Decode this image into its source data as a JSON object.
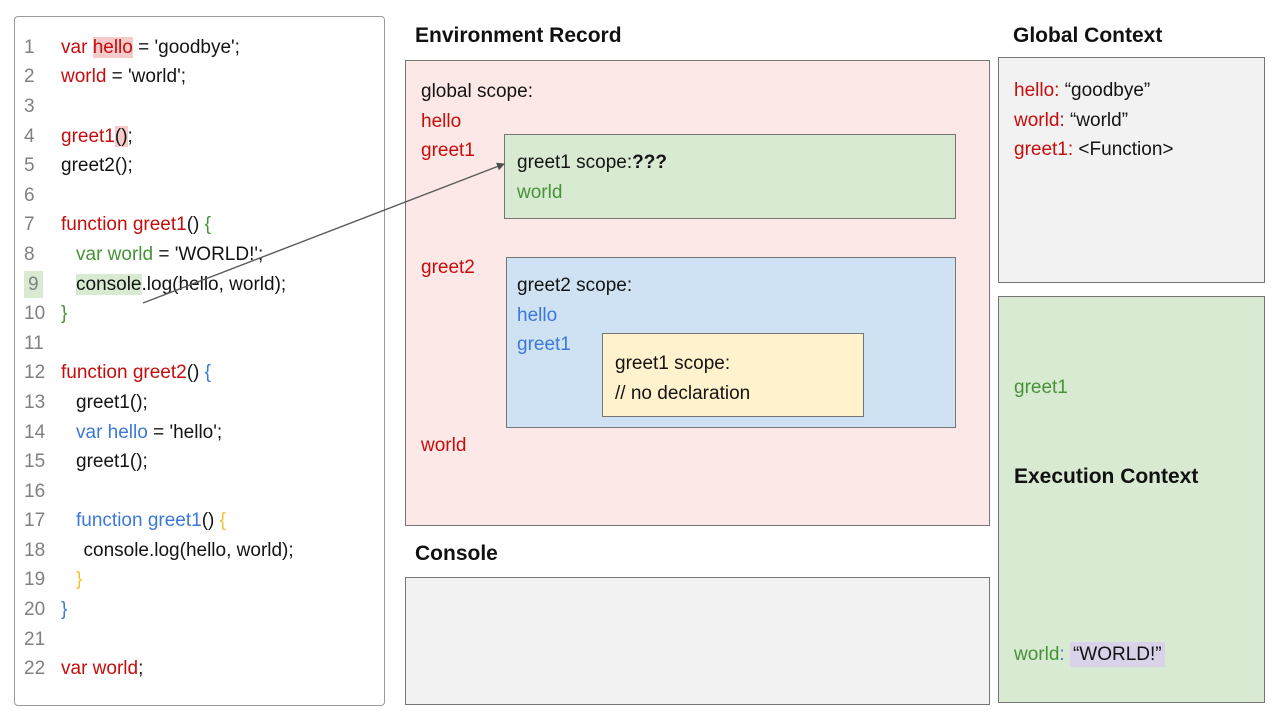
{
  "palette": {
    "text": {
      "black": "#141414",
      "red": "#c60d0c",
      "green": "#469337",
      "blue": "#3c78d8",
      "yellow": "#f1c232",
      "gray": "#808080"
    },
    "highlights": {
      "pink": "#f6cbca",
      "green": "#d9ead3",
      "lavender": "#d9d2e9"
    },
    "boxes": {
      "env_record_bg": "#fce8e6",
      "scope_green_bg": "#d9ead3",
      "scope_blue_bg": "#cfe2f3",
      "scope_yellow_bg": "#fff2cc",
      "gray_bg": "#f2f2f2",
      "border": "#757575"
    }
  },
  "code_panel": {
    "lines": [
      {
        "num": "1",
        "indent": 0,
        "segments": [
          {
            "t": "var ",
            "c": "red"
          },
          {
            "t": "hello",
            "c": "red",
            "h": "pink"
          },
          {
            "t": " = 'goodbye';",
            "c": "black"
          }
        ]
      },
      {
        "num": "2",
        "indent": 0,
        "segments": [
          {
            "t": "world",
            "c": "red"
          },
          {
            "t": " = 'world';",
            "c": "black"
          }
        ]
      },
      {
        "num": "3",
        "indent": 0,
        "segments": []
      },
      {
        "num": "4",
        "indent": 0,
        "segments": [
          {
            "t": "greet1",
            "c": "red"
          },
          {
            "t": "()",
            "c": "black",
            "h": "pink"
          },
          {
            "t": ";",
            "c": "black"
          }
        ]
      },
      {
        "num": "5",
        "indent": 0,
        "segments": [
          {
            "t": "greet2();",
            "c": "black"
          }
        ]
      },
      {
        "num": "6",
        "indent": 0,
        "segments": []
      },
      {
        "num": "7",
        "indent": 0,
        "segments": [
          {
            "t": "function greet1",
            "c": "red"
          },
          {
            "t": "() ",
            "c": "black"
          },
          {
            "t": "{",
            "c": "green"
          }
        ]
      },
      {
        "num": "8",
        "indent": 2,
        "segments": [
          {
            "t": "var world",
            "c": "green"
          },
          {
            "t": " = 'WORLD!';",
            "c": "black"
          }
        ]
      },
      {
        "num": "9",
        "indent": 2,
        "num_highlight": "green",
        "segments": [
          {
            "t": "console",
            "c": "black",
            "h": "green"
          },
          {
            "t": ".log(hello, world);",
            "c": "black"
          }
        ]
      },
      {
        "num": "10",
        "indent": 0,
        "segments": [
          {
            "t": "}",
            "c": "green"
          }
        ]
      },
      {
        "num": "11",
        "indent": 0,
        "segments": []
      },
      {
        "num": "12",
        "indent": 0,
        "segments": [
          {
            "t": "function greet2",
            "c": "red"
          },
          {
            "t": "() ",
            "c": "black"
          },
          {
            "t": "{",
            "c": "blue"
          }
        ]
      },
      {
        "num": "13",
        "indent": 2,
        "segments": [
          {
            "t": "greet1();",
            "c": "black"
          }
        ]
      },
      {
        "num": "14",
        "indent": 2,
        "segments": [
          {
            "t": "var hello",
            "c": "blue"
          },
          {
            "t": " = 'hello';",
            "c": "black"
          }
        ]
      },
      {
        "num": "15",
        "indent": 2,
        "segments": [
          {
            "t": "greet1();",
            "c": "black"
          }
        ]
      },
      {
        "num": "16",
        "indent": 0,
        "segments": []
      },
      {
        "num": "17",
        "indent": 2,
        "segments": [
          {
            "t": "function greet1",
            "c": "blue"
          },
          {
            "t": "() ",
            "c": "black"
          },
          {
            "t": "{",
            "c": "yellow"
          }
        ]
      },
      {
        "num": "18",
        "indent": 3,
        "segments": [
          {
            "t": "console.log(hello, world);",
            "c": "black"
          }
        ]
      },
      {
        "num": "19",
        "indent": 2,
        "segments": [
          {
            "t": "}",
            "c": "yellow"
          }
        ]
      },
      {
        "num": "20",
        "indent": 0,
        "segments": [
          {
            "t": "}",
            "c": "blue"
          }
        ]
      },
      {
        "num": "21",
        "indent": 0,
        "segments": []
      },
      {
        "num": "22",
        "indent": 0,
        "segments": [
          {
            "t": "var world",
            "c": "red"
          },
          {
            "t": ";",
            "c": "black"
          }
        ]
      }
    ]
  },
  "environment_record": {
    "title": "Environment Record",
    "global_labels": [
      [
        {
          "t": "global scope:",
          "c": "black"
        }
      ],
      [
        {
          "t": "hello",
          "c": "red"
        }
      ],
      [
        {
          "t": "greet1",
          "c": "red"
        }
      ]
    ],
    "greet2_label": [
      [
        {
          "t": "greet2",
          "c": "red"
        }
      ]
    ],
    "world_label": [
      [
        {
          "t": "world",
          "c": "red"
        }
      ]
    ],
    "greet1_scope": [
      [
        {
          "t": "greet1 scope:",
          "c": "black"
        },
        {
          "t": "???",
          "c": "black",
          "bold": true
        }
      ],
      [
        {
          "t": "world",
          "c": "green"
        }
      ]
    ],
    "greet2_scope": [
      [
        {
          "t": "greet2 scope:",
          "c": "black"
        }
      ],
      [
        {
          "t": "hello",
          "c": "blue"
        }
      ],
      [
        {
          "t": "greet1",
          "c": "blue"
        }
      ]
    ],
    "inner_greet1_scope": [
      [
        {
          "t": "greet1 scope:",
          "c": "black"
        }
      ],
      [
        {
          "t": "// no declaration",
          "c": "black"
        }
      ]
    ]
  },
  "console_panel": {
    "title": "Console",
    "content": ""
  },
  "global_context": {
    "title": "Global Context",
    "entries": [
      {
        "key": "hello",
        "value": "“goodbye”"
      },
      {
        "key": "world",
        "value": "“world”"
      },
      {
        "key": "greet1",
        "value": "<Function>"
      }
    ]
  },
  "execution_context": {
    "function_name": "greet1",
    "heading": "Execution Context",
    "entry": {
      "key": "world",
      "value": "“WORLD!”",
      "value_highlight": "lavender"
    }
  }
}
